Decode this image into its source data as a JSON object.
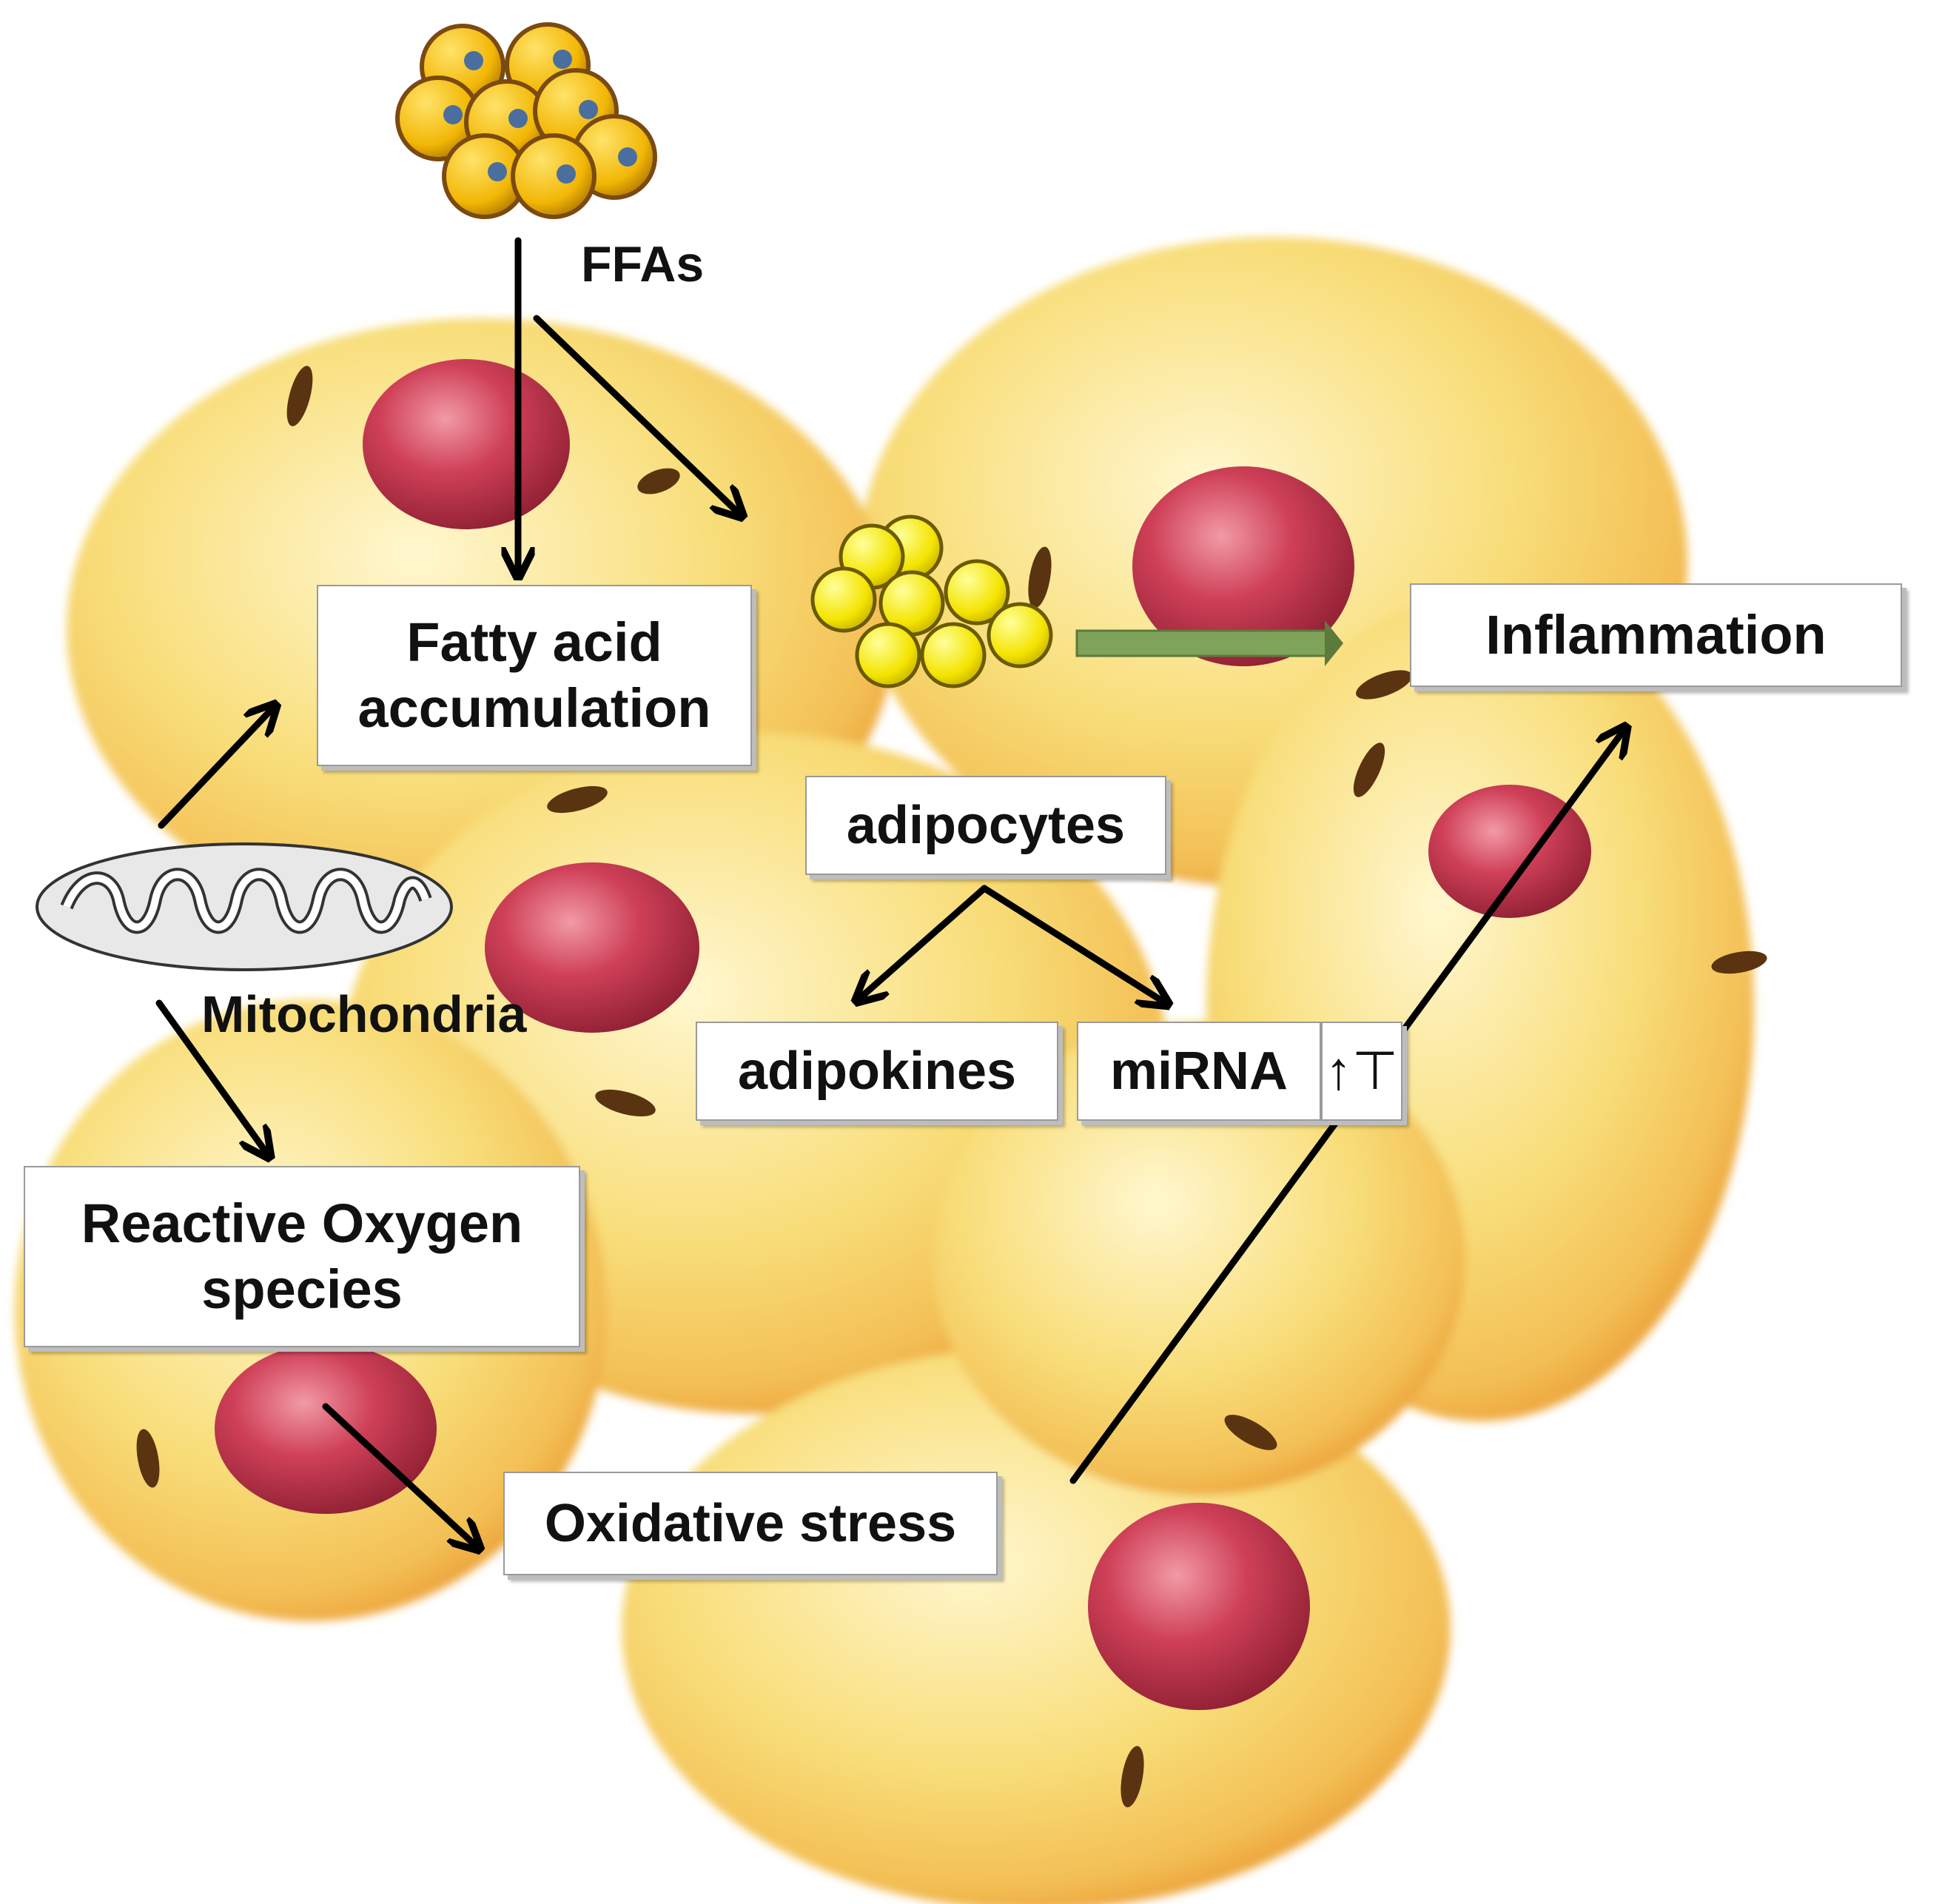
{
  "labels": {
    "ffas": "FFAs",
    "fatty_acid": "Fatty acid accumulation",
    "fatty_acid_line1": "Fatty acid",
    "fatty_acid_line2": "accumulation",
    "inflammation": "Inflammation",
    "adipocytes": "adipocytes",
    "adipokines": "adipokines",
    "mirna": "miRNA",
    "mirna_symbol": "↑⊤",
    "mitochondria": "Mitochondria",
    "ros_line1": "Reactive Oxygen",
    "ros_line2": "species",
    "oxidative_stress": "Oxidative stress"
  },
  "colors": {
    "cell_fill": "#f6d66a",
    "cell_highlight": "#fff6c8",
    "cell_edge": "#e59a3a",
    "nucleus": "#c0394f",
    "nucleus_highlight": "#ef8f9c",
    "mark": "#5a3410",
    "ffa_sphere": "#f2b705",
    "ffa_dot": "#4a6f9f",
    "lipid_sphere": "#f4e400",
    "green_arrow": "#7fa35a",
    "arrow": "#000000"
  },
  "icons": {
    "ffa_cluster": "ffa-cluster-icon",
    "lipid_droplets": "lipid-droplet-cluster-icon",
    "mitochondrion": "mitochondrion-icon"
  }
}
